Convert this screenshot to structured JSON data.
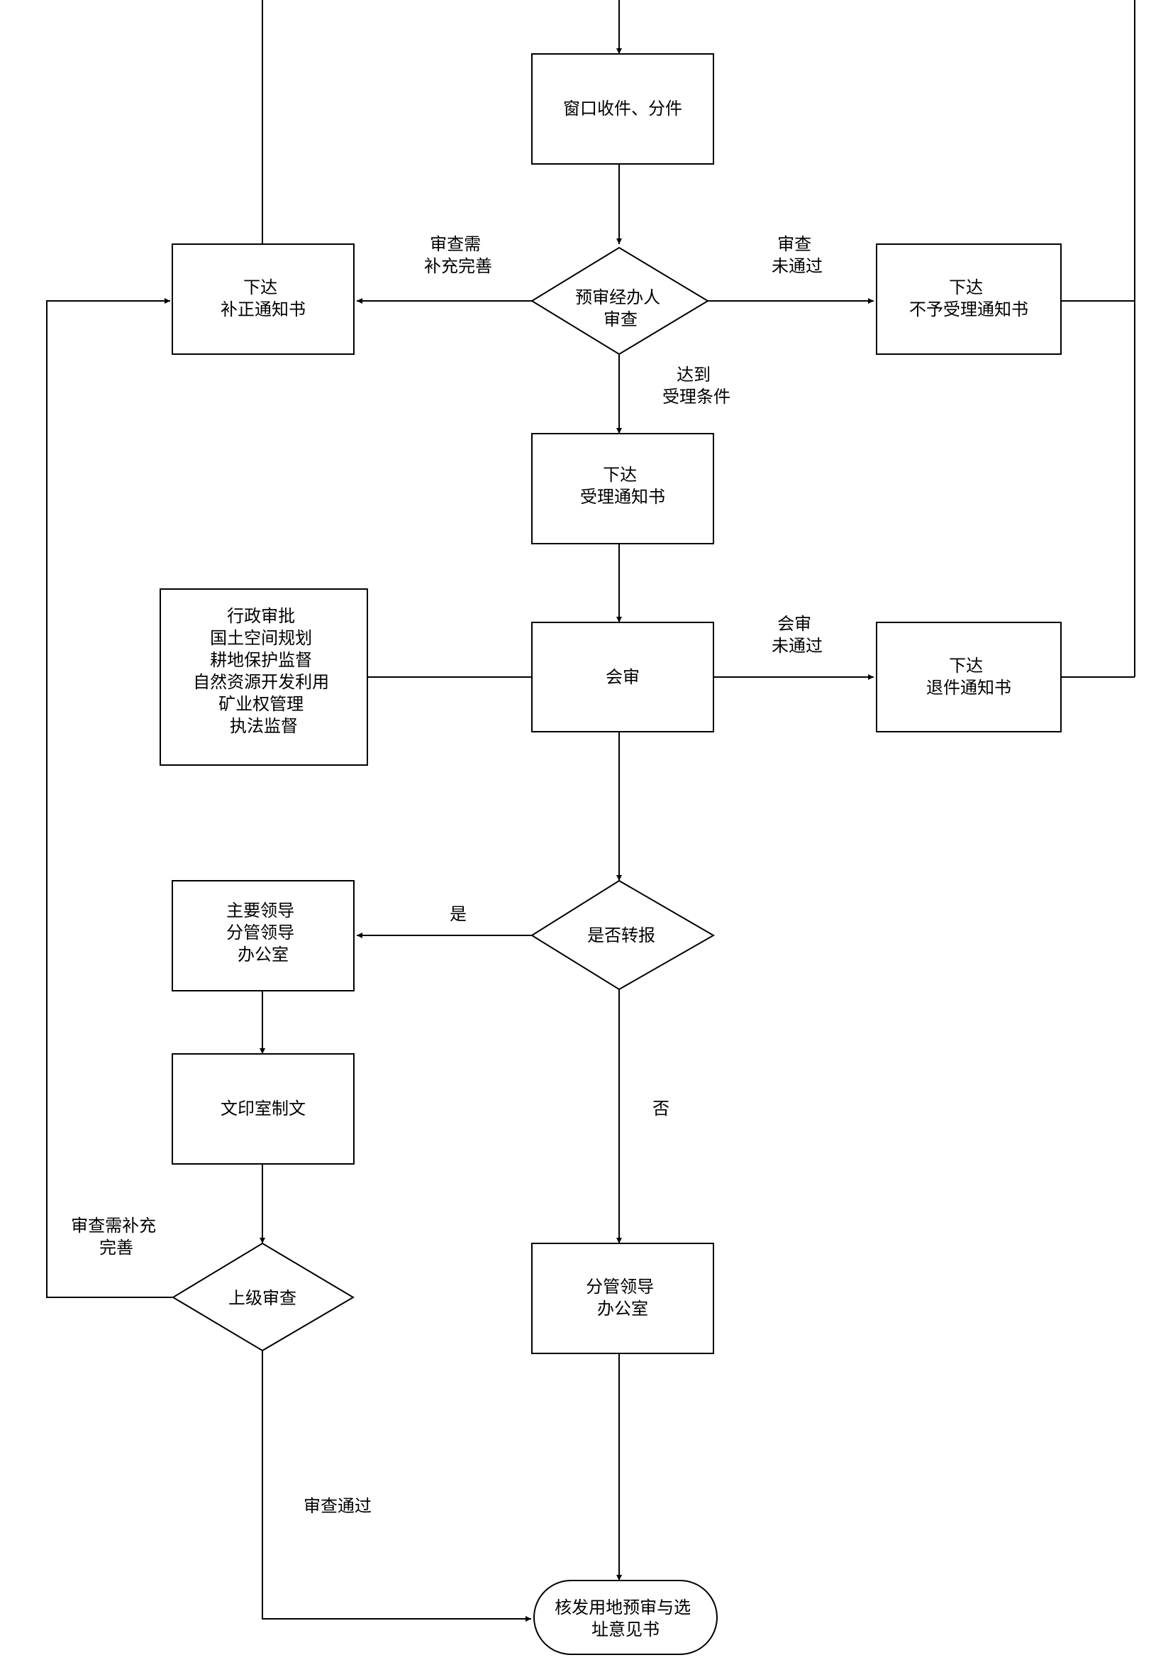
{
  "nodes": {
    "window_receive": [
      "窗口收件、分件"
    ],
    "correction_notice": [
      "下达",
      "补正通知书"
    ],
    "pre_review": [
      "预审经办人",
      "审查"
    ],
    "reject_notice": [
      "下达",
      "不予受理通知书"
    ],
    "acceptance_notice": [
      "下达",
      "受理通知书"
    ],
    "departments": [
      "行政审批",
      "国土空间规划",
      "耕地保护监督",
      "自然资源开发利用",
      "矿业权管理",
      "执法监督"
    ],
    "joint_review": [
      "会审"
    ],
    "return_notice": [
      "下达",
      "退件通知书"
    ],
    "main_leaders": [
      "主要领导",
      "分管领导",
      "办公室"
    ],
    "forward_decision": [
      "是否转报"
    ],
    "print_room": [
      "文印室制文"
    ],
    "superior_review": [
      "上级审查"
    ],
    "branch_leader": [
      "分管领导",
      "办公室"
    ],
    "issue_opinion": [
      "核发用地预审与选",
      "址意见书"
    ]
  },
  "edge_labels": {
    "needs_supplement": [
      "审查需",
      "补充完善"
    ],
    "review_failed": [
      "审查",
      "未通过"
    ],
    "meets_conditions": [
      "达到",
      "受理条件"
    ],
    "joint_failed": [
      "会审",
      "未通过"
    ],
    "yes": [
      "是"
    ],
    "no": [
      "否"
    ],
    "superior_supplement": [
      "审查需补充",
      "完善"
    ],
    "review_passed": [
      "审查通过"
    ]
  },
  "colors": {
    "stroke": "#000000",
    "background": "#ffffff"
  }
}
